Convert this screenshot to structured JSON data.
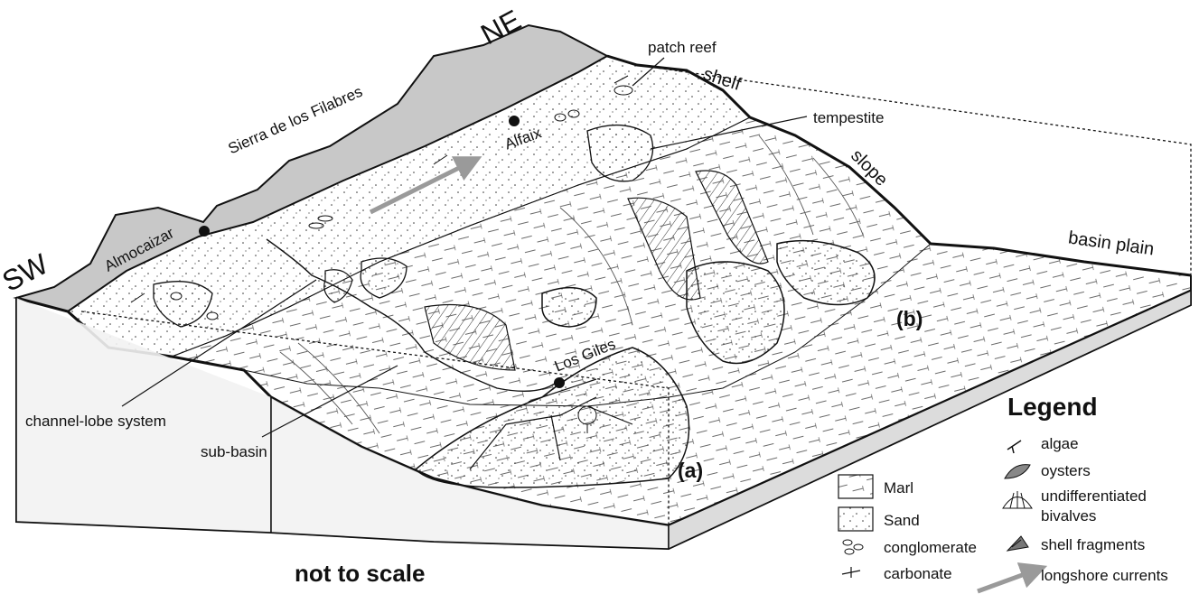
{
  "orientation": {
    "sw": "SW",
    "ne": "NE"
  },
  "places": {
    "almocaizar": "Almocaizar",
    "sierra": "Sierra de los Filabres",
    "alfaix": "Alfaix",
    "los_giles": "Los Giles"
  },
  "zones": {
    "patch_reef": "patch reef",
    "shelf": "shelf",
    "tempestite": "tempestite",
    "slope": "slope",
    "basin_plain": "basin plain",
    "channel_lobe": "channel-lobe system",
    "sub_basin": "sub-basin"
  },
  "tags": {
    "a": "(a)",
    "b": "(b)"
  },
  "legend": {
    "title": "Legend",
    "lithology": [
      "Marl",
      "Sand",
      "conglomerate",
      "carbonate"
    ],
    "fossils": [
      "algae",
      "oysters",
      "undifferentiated",
      "bivalves",
      "shell fragments",
      "longshore currents"
    ]
  },
  "scale_note": "not to scale",
  "colors": {
    "mountain": "#c8c8c8",
    "arrow": "#9a9a9a",
    "line": "#111111"
  }
}
